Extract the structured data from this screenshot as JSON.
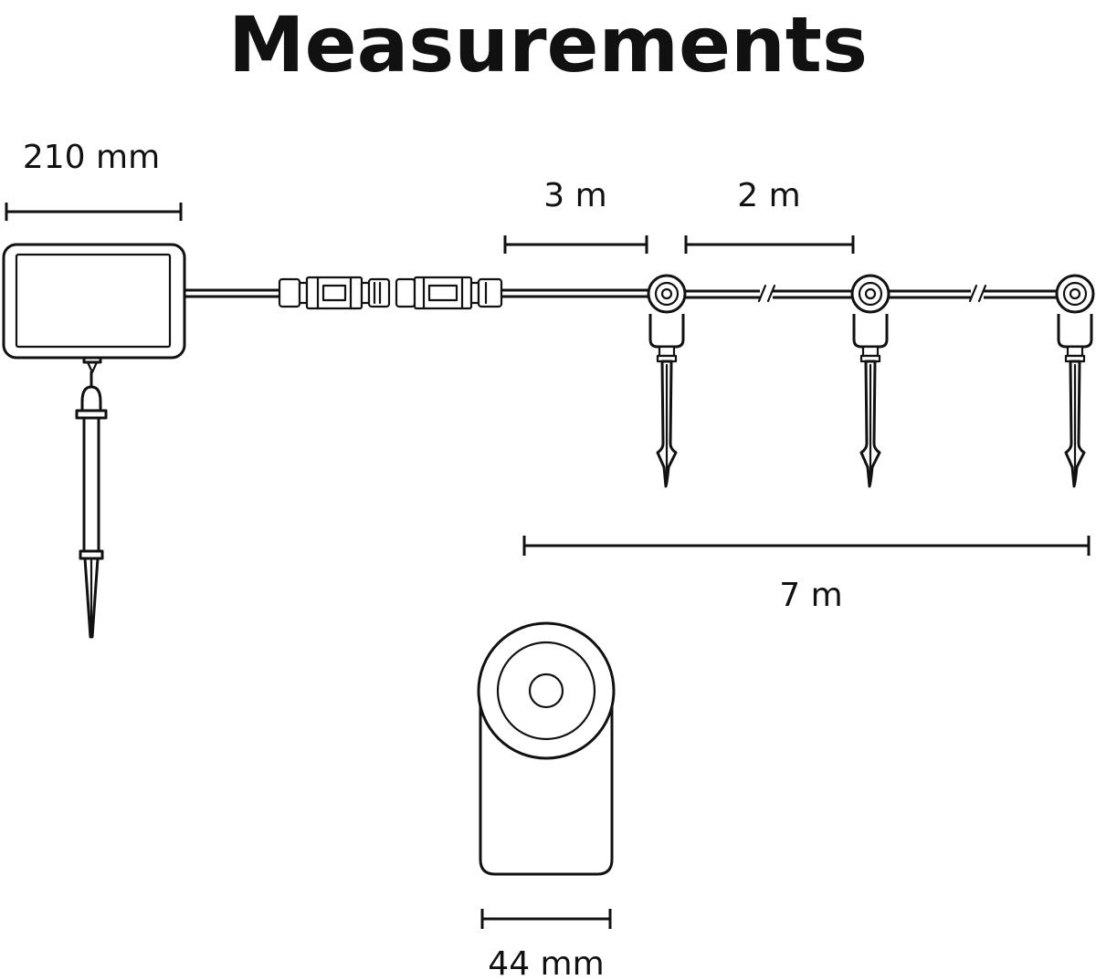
{
  "title": "Measurements",
  "dimensions": {
    "panel_width": "210 mm",
    "first_cable": "3 m",
    "spacing": "2 m",
    "total_length": "7 m",
    "light_width": "44 mm"
  },
  "colors": {
    "line": "#111111",
    "background": "#ffffff"
  }
}
